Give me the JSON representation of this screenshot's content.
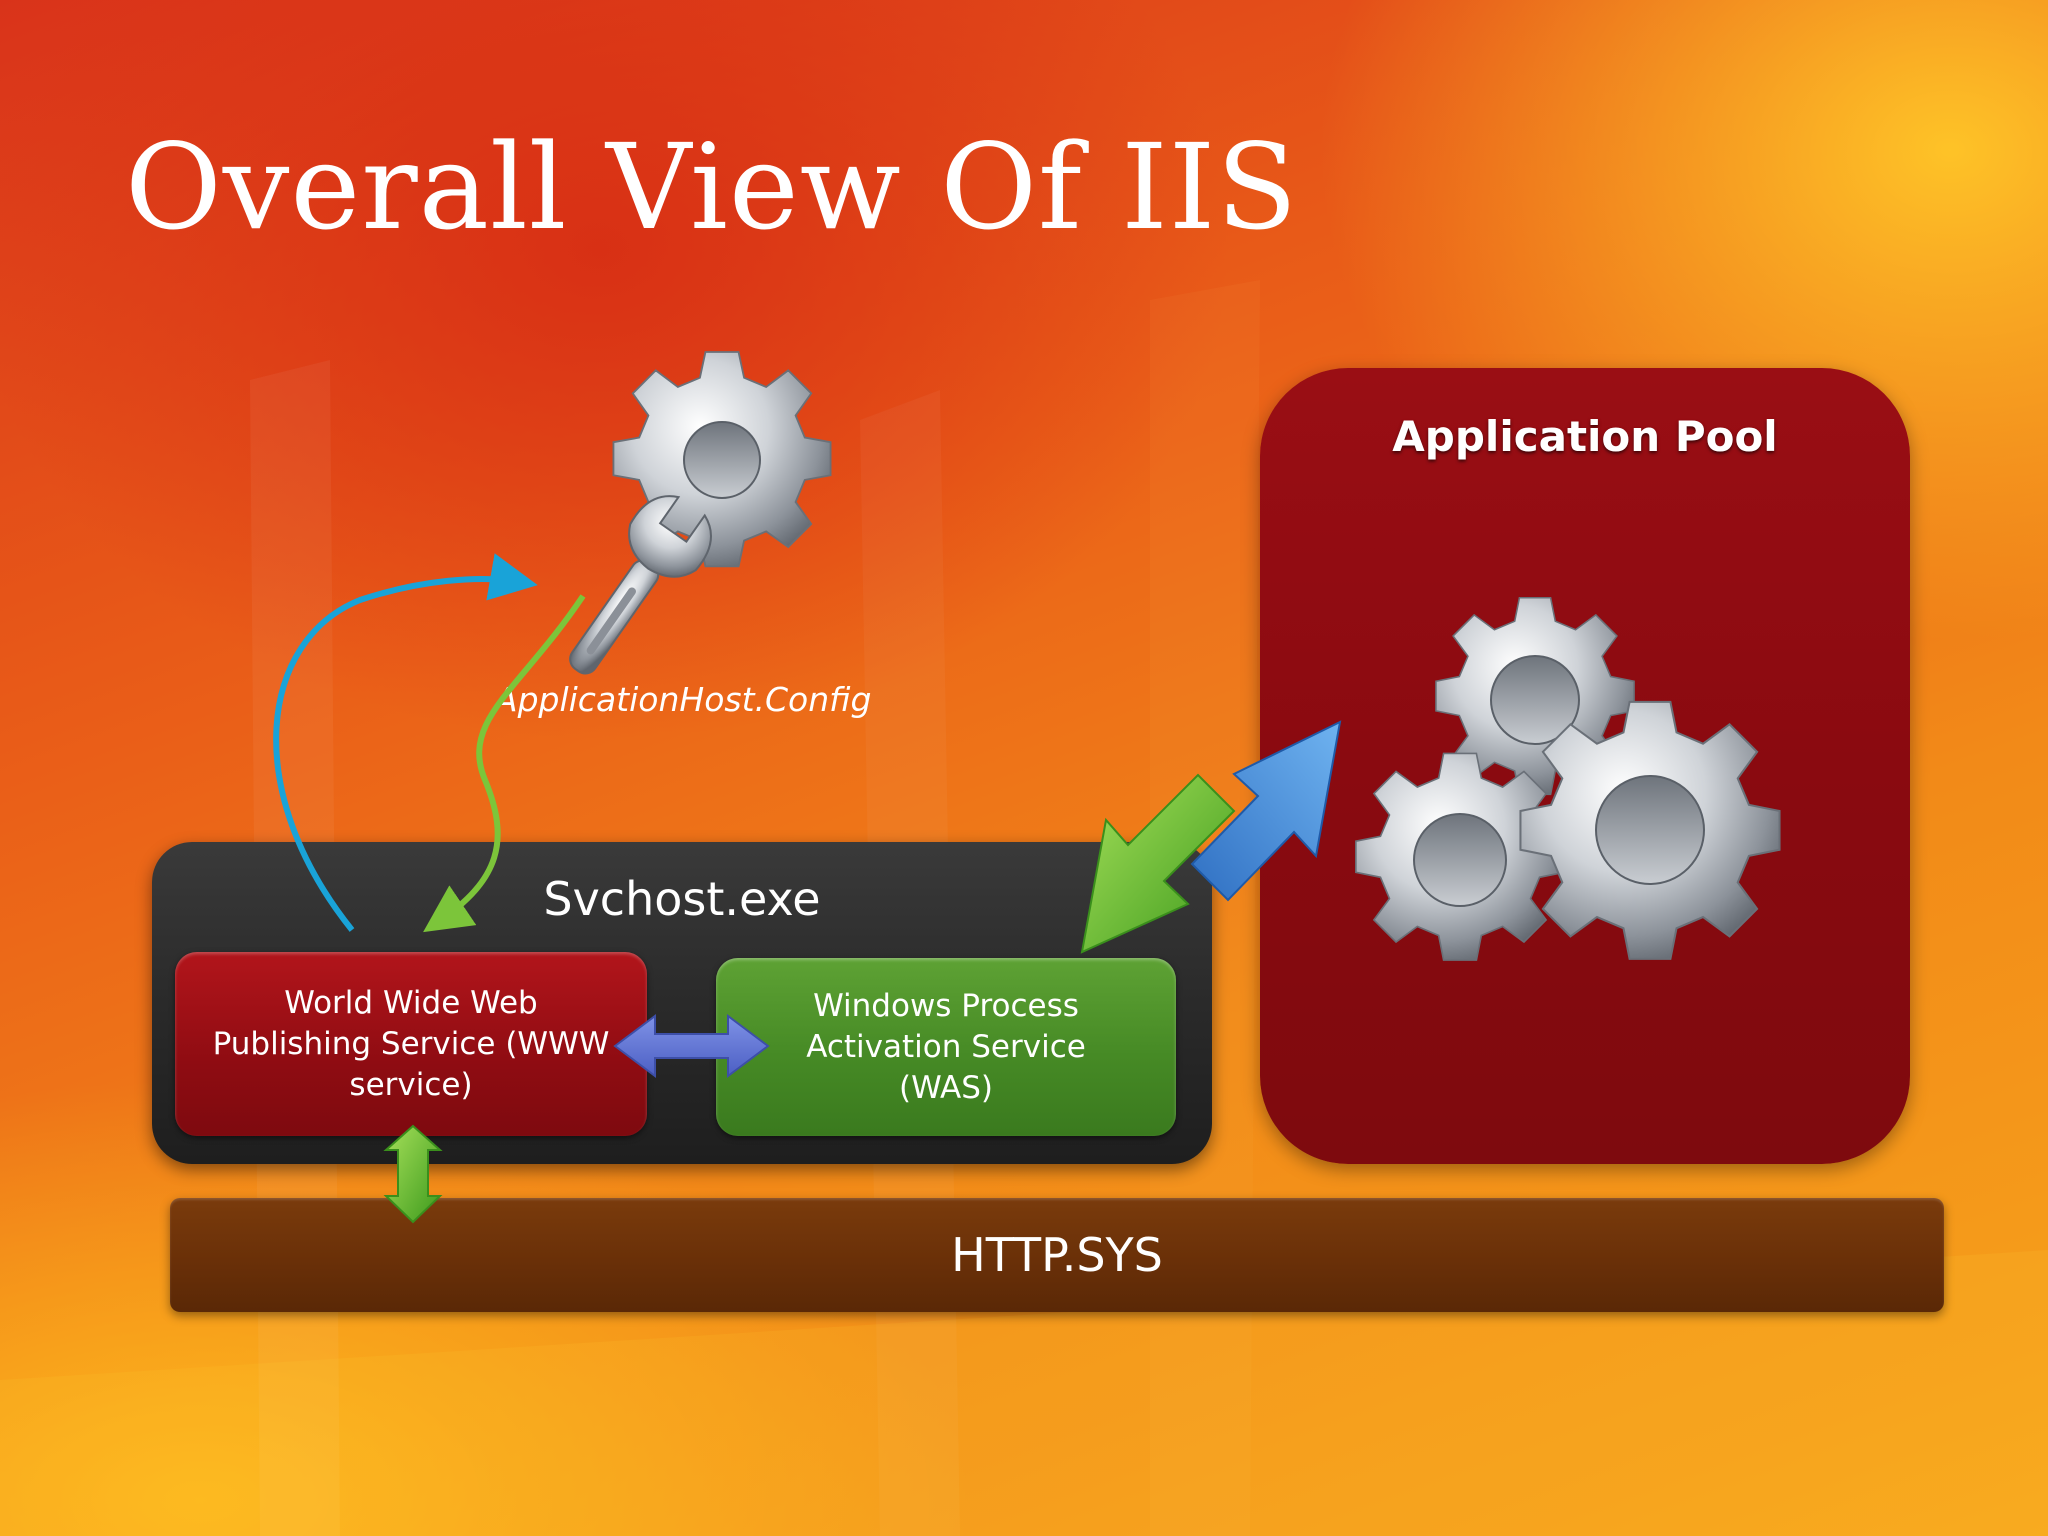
{
  "slide": {
    "title": "Overall View Of IIS"
  },
  "config": {
    "label": "ApplicationHost.Config",
    "icon": "wrench-gear-icon"
  },
  "svchost": {
    "label": "Svchost.exe",
    "www_service": {
      "lines": [
        "World Wide Web",
        "Publishing Service (WWW",
        "service)"
      ]
    },
    "was_service": {
      "lines": [
        "Windows Process",
        "Activation Service",
        "(WAS)"
      ]
    }
  },
  "app_pool": {
    "label": "Application Pool",
    "icon": "gears-icon"
  },
  "http_sys": {
    "label": "HTTP.SYS"
  },
  "colors": {
    "background_red": "#d9331a",
    "background_orange": "#f28a18",
    "svchost_box": "#2a2a2a",
    "www_box": "#9f1117",
    "was_box": "#4a8f27",
    "app_pool_box": "#8a0a10",
    "http_bar": "#6a3008",
    "arrow_blue": "#1aa3d6",
    "arrow_green": "#7cc53a",
    "arrow_blue_violet": "#5b6fd0"
  }
}
